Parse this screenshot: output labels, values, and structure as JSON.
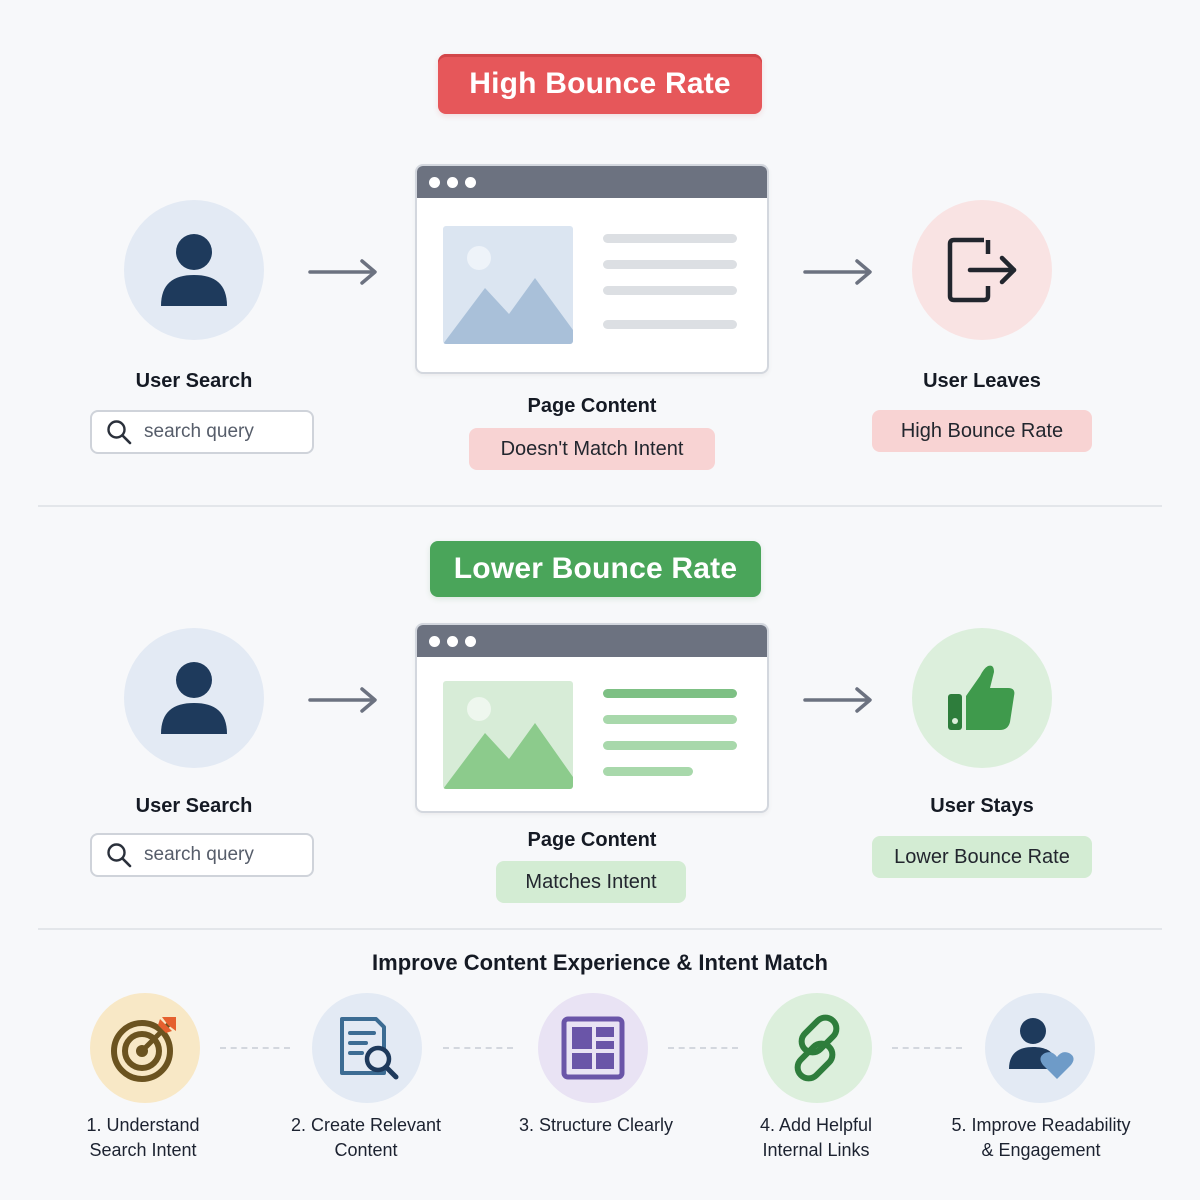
{
  "top": {
    "banner": "High Bounce Rate",
    "user_label": "User Search",
    "search_placeholder": "search query",
    "page_label": "Page Content",
    "page_status": "Doesn't Match Intent",
    "result_label": "User Leaves",
    "result_status": "High Bounce Rate",
    "accent": "#e6575a",
    "icons": [
      "user-icon",
      "arrow-right-icon",
      "browser-window-icon",
      "image-placeholder-icon",
      "exit-icon"
    ]
  },
  "bottom": {
    "banner": "Lower Bounce Rate",
    "user_label": "User Search",
    "search_placeholder": "search query",
    "page_label": "Page Content",
    "page_status": "Matches Intent",
    "result_label": "User Stays",
    "result_status": "Lower Bounce Rate",
    "accent": "#4aa55a",
    "icons": [
      "user-icon",
      "arrow-right-icon",
      "browser-window-icon",
      "image-placeholder-icon",
      "thumbs-up-icon"
    ]
  },
  "improve": {
    "title": "Improve Content Experience & Intent Match",
    "steps": [
      {
        "line1": "1. Understand",
        "line2": "Search Intent",
        "icon": "target-icon",
        "color": "#f8e8c6"
      },
      {
        "line1": "2. Create Relevant",
        "line2": "Content",
        "icon": "document-search-icon",
        "color": "#e3eaf4"
      },
      {
        "line1": "3. Structure Clearly",
        "line2": "",
        "icon": "layout-grid-icon",
        "color": "#e9e3f4"
      },
      {
        "line1": "4. Add Helpful",
        "line2": "Internal Links",
        "icon": "link-icon",
        "color": "#dcefdc"
      },
      {
        "line1": "5. Improve Readability",
        "line2": "& Engagement",
        "icon": "user-heart-icon",
        "color": "#e3eaf4"
      }
    ]
  }
}
